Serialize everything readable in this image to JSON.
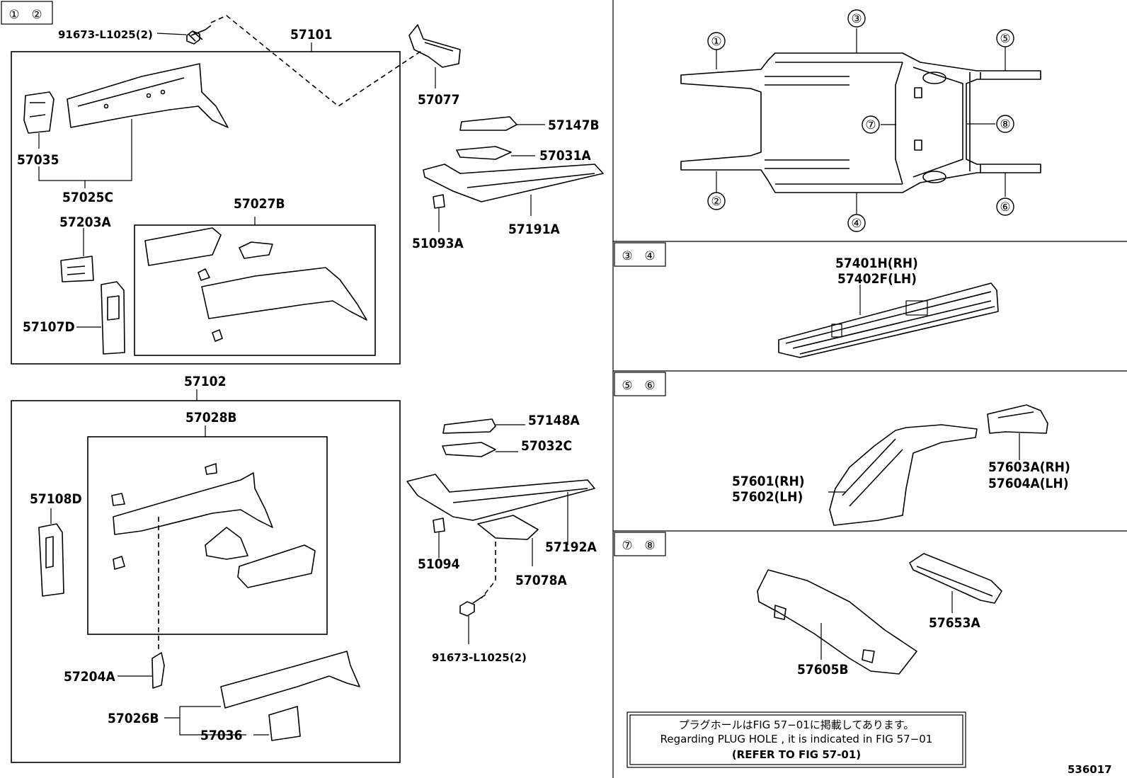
{
  "section_headers": {
    "s12": [
      "①",
      "②"
    ],
    "s34": [
      "③",
      "④"
    ],
    "s56": [
      "⑤",
      "⑥"
    ],
    "s78": [
      "⑦",
      "⑧"
    ]
  },
  "overview_markers": [
    "①",
    "②",
    "③",
    "④",
    "⑤",
    "⑥",
    "⑦",
    "⑧"
  ],
  "parts": {
    "p91673_top": "91673-L1025(2)",
    "p57101": "57101",
    "p57077": "57077",
    "p57035": "57035",
    "p57025C": "57025C",
    "p57203A": "57203A",
    "p57027B": "57027B",
    "p57107D": "57107D",
    "p57147B": "57147B",
    "p57031A": "57031A",
    "p57191A": "57191A",
    "p51093A": "51093A",
    "p57102": "57102",
    "p57028B": "57028B",
    "p57108D": "57108D",
    "p57204A": "57204A",
    "p57026B": "57026B",
    "p57036": "57036",
    "p57148A": "57148A",
    "p57032C": "57032C",
    "p51094": "51094",
    "p57192A": "57192A",
    "p57078A": "57078A",
    "p91673_bottom": "91673-L1025(2)",
    "p57401H": "57401H(RH)",
    "p57402F": "57402F(LH)",
    "p57601": "57601(RH)",
    "p57602": "57602(LH)",
    "p57603A": "57603A(RH)",
    "p57604A": "57604A(LH)",
    "p57653A": "57653A",
    "p57605B": "57605B"
  },
  "note": {
    "line1": "プラグホールはFIG 57−01に掲載してあります。",
    "line2": "Regarding PLUG HOLE , it is indicated in FIG 57−01",
    "line3": "(REFER TO FIG 57-01)"
  },
  "figure_number": "536017"
}
